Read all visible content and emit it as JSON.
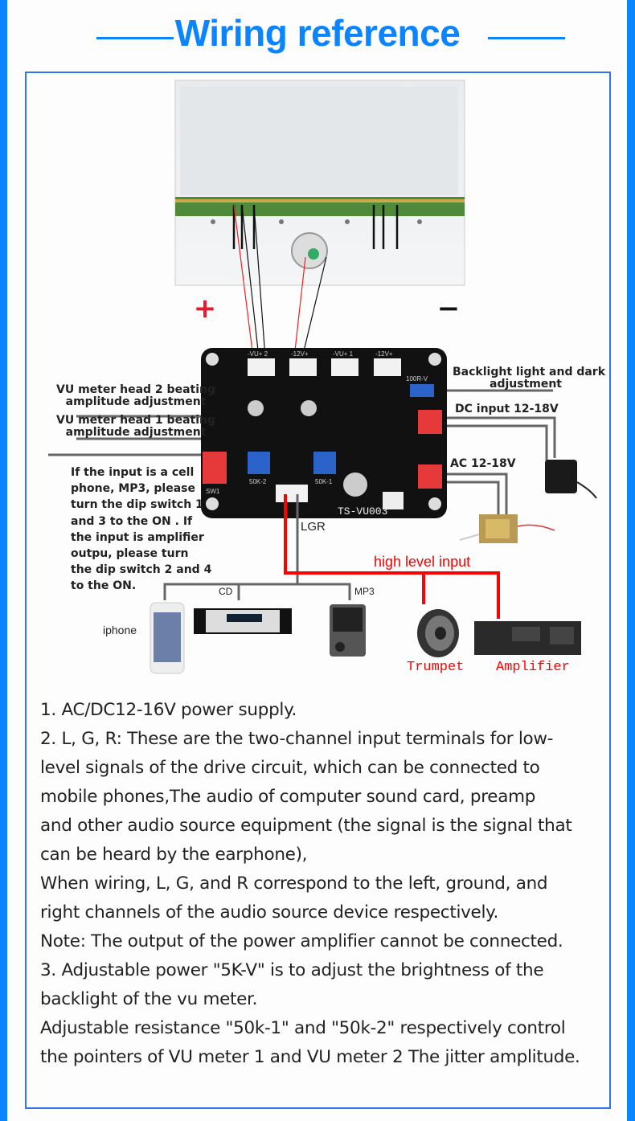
{
  "title": "Wiring reference",
  "colors": {
    "accent": "#0a84ff",
    "frame": "#2f73f0",
    "signal_red": "#ff0000",
    "wire_gray": "#666666"
  },
  "meter": {
    "plus": "+",
    "minus": "−"
  },
  "board": {
    "model": "TS-VU003",
    "connectors": [
      "-VU+ 2",
      "-12V+",
      "-VU+ 1",
      "-12V+"
    ],
    "pots": [
      "50K-2",
      "50K-1",
      "100R-V"
    ],
    "dip_switch": "SW1",
    "lgr": "LGR"
  },
  "annotations": {
    "backlight": [
      "Backlight light and dark",
      "adjustment"
    ],
    "dc_input": "DC input 12-18V",
    "ac_input": "AC 12-18V",
    "vu2": [
      "VU meter head 2 beating",
      "amplitude adjustment"
    ],
    "vu1": [
      "VU meter head 1 beating",
      "amplitude adjustment"
    ],
    "dip_note": [
      "If the input is a cell",
      "phone, MP3, please",
      "turn the dip switch 1",
      "and 3 to the ON . If",
      "the input is amplifier",
      "outpu, please turn",
      "the dip switch 2 and 4",
      "to the ON."
    ],
    "high_level": "high level input"
  },
  "devices": {
    "iphone": "iphone",
    "cd": "CD",
    "mp3": "MP3",
    "trumpet": "Trumpet",
    "amplifier": "Amplifier"
  },
  "description": [
    "1. AC/DC12-16V power supply.",
    "2. L, G, R: These are the two-channel input terminals for low-",
    "level signals of the drive circuit, which can be connected to",
    "mobile phones,The audio of computer sound card, preamp",
    "and other audio source equipment (the signal is the signal that",
    "can be heard by the earphone),",
    "When wiring, L, G, and R correspond to the left, ground, and",
    "right channels of the audio source device respectively.",
    "Note: The output of the power amplifier cannot be connected.",
    "3. Adjustable power \"5K-V\" is to adjust the brightness of the",
    "backlight of the vu meter.",
    "Adjustable resistance \"50k-1\" and \"50k-2\" respectively control",
    "the pointers of VU meter 1 and VU meter 2 The jitter amplitude."
  ]
}
